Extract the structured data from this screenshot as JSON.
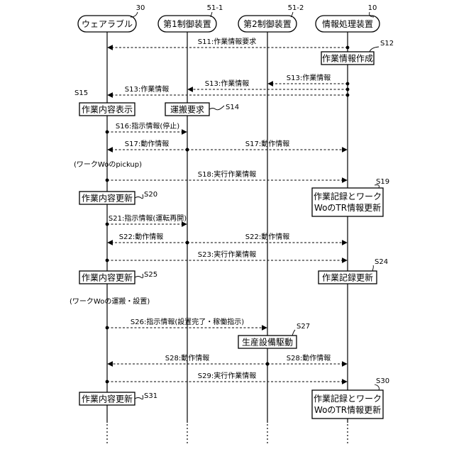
{
  "lanes": [
    {
      "id": "wear",
      "label": "ウェアラブル",
      "ref": "30"
    },
    {
      "id": "c1",
      "label": "第1制御装置",
      "ref": "51-1"
    },
    {
      "id": "c2",
      "label": "第2制御装置",
      "ref": "51-2"
    },
    {
      "id": "info",
      "label": "情報処理装置",
      "ref": "10"
    }
  ],
  "messages": [
    {
      "id": "s11",
      "from": "info",
      "to": "wear",
      "label": "S11:作業情報要求"
    },
    {
      "id": "s13a",
      "from": "info",
      "to": "c2",
      "label": "S13:作業情報"
    },
    {
      "id": "s13b",
      "from": "info",
      "to": "c1",
      "label": "S13:作業情報"
    },
    {
      "id": "s13c",
      "from": "info",
      "to": "wear",
      "label": "S13:作業情報"
    },
    {
      "id": "s16",
      "from": "wear",
      "to": "c1",
      "label": "S16:指示情報(停止)"
    },
    {
      "id": "s17a",
      "from": "c1",
      "to": "wear",
      "label": "S17:動作情報"
    },
    {
      "id": "s17b",
      "from": "c1",
      "to": "info",
      "label": "S17:動作情報"
    },
    {
      "id": "s18",
      "from": "wear",
      "to": "info",
      "label": "S18:実行作業情報"
    },
    {
      "id": "s21",
      "from": "wear",
      "to": "c1",
      "label": "S21:指示情報(運転再開)"
    },
    {
      "id": "s22a",
      "from": "c1",
      "to": "wear",
      "label": "S22:動作情報"
    },
    {
      "id": "s22b",
      "from": "c1",
      "to": "info",
      "label": "S22:動作情報"
    },
    {
      "id": "s23",
      "from": "wear",
      "to": "info",
      "label": "S23:実行作業情報"
    },
    {
      "id": "s26",
      "from": "wear",
      "to": "c2",
      "label": "S26:指示情報(設置完了・稼働指示)"
    },
    {
      "id": "s28a",
      "from": "c2",
      "to": "wear",
      "label": "S28:動作情報"
    },
    {
      "id": "s28b",
      "from": "c2",
      "to": "info",
      "label": "S28:動作情報"
    },
    {
      "id": "s29",
      "from": "wear",
      "to": "info",
      "label": "S29:実行作業情報"
    }
  ],
  "processes": [
    {
      "id": "s12",
      "lines": [
        "作業情報作成"
      ],
      "step": "S12"
    },
    {
      "id": "s15",
      "lines": [
        "作業内容表示"
      ],
      "step": "S15"
    },
    {
      "id": "s14",
      "lines": [
        "運搬要求"
      ],
      "step": "S14"
    },
    {
      "id": "s19",
      "lines": [
        "作業記録とワーク",
        "WoのTR情報更新"
      ],
      "step": "S19"
    },
    {
      "id": "s20",
      "lines": [
        "作業内容更新"
      ],
      "step": "S20"
    },
    {
      "id": "s24",
      "lines": [
        "作業記録更新"
      ],
      "step": "S24"
    },
    {
      "id": "s25",
      "lines": [
        "作業内容更新"
      ],
      "step": "S25"
    },
    {
      "id": "s27",
      "lines": [
        "生産設備駆動"
      ],
      "step": "S27"
    },
    {
      "id": "s30",
      "lines": [
        "作業記録とワーク",
        "WoのTR情報更新"
      ],
      "step": "S30"
    },
    {
      "id": "s31",
      "lines": [
        "作業内容更新"
      ],
      "step": "S31"
    }
  ],
  "notes": [
    {
      "id": "pickup",
      "text": "(ワークWoのpickup)"
    },
    {
      "id": "transport",
      "text": "(ワークWoの運搬・設置)"
    }
  ]
}
